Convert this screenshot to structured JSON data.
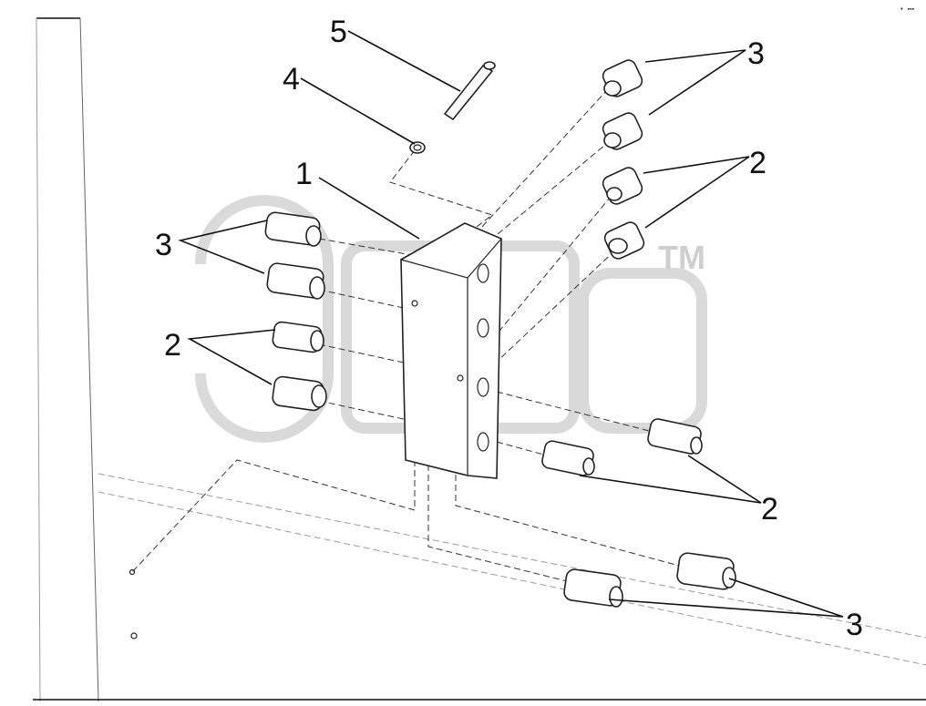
{
  "diagram": {
    "callouts": [
      {
        "id": "c1",
        "text": "1"
      },
      {
        "id": "c2a",
        "text": "2"
      },
      {
        "id": "c2b",
        "text": "2"
      },
      {
        "id": "c2c",
        "text": "2"
      },
      {
        "id": "c3a",
        "text": "3"
      },
      {
        "id": "c3b",
        "text": "3"
      },
      {
        "id": "c3c",
        "text": "3"
      },
      {
        "id": "c4",
        "text": "4"
      },
      {
        "id": "c5",
        "text": "5"
      }
    ],
    "watermark": {
      "trademark": "TM",
      "logo": "эпер"
    },
    "corner_mark": "▪️ ▪▪▪",
    "colors": {
      "ink": "#111111",
      "watermark": "#cfcfcf",
      "background": "#ffffff"
    }
  }
}
